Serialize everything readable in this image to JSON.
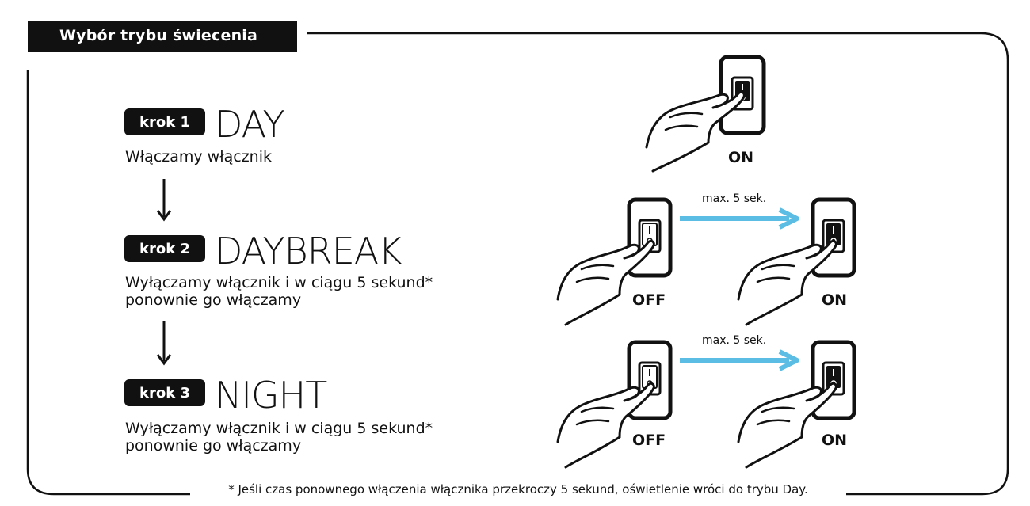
{
  "header": {
    "title": "Wybór trybu świecenia"
  },
  "steps": [
    {
      "badge": "krok 1",
      "mode": "DAY",
      "description": [
        "Włączamy włącznik"
      ]
    },
    {
      "badge": "krok 2",
      "mode": "DAYBREAK",
      "description": [
        "Wyłączamy włącznik i w ciągu 5 sekund*",
        "ponownie go włączamy"
      ]
    },
    {
      "badge": "krok 3",
      "mode": "NIGHT",
      "description": [
        "Wyłączamy włącznik i w ciągu 5 sekund*",
        "ponownie go włączamy"
      ]
    }
  ],
  "illustrations": {
    "on_label": "ON",
    "off_label": "OFF",
    "timing_label": "max. 5 sek.",
    "arrow_color": "#5bbde4"
  },
  "footnote": "* Jeśli czas ponownego włączenia włącznika przekroczy 5 sekund, oświetlenie wróci do trybu Day.",
  "colors": {
    "ink": "#111111",
    "background": "#ffffff",
    "accent_arrow": "#5bbde4"
  }
}
